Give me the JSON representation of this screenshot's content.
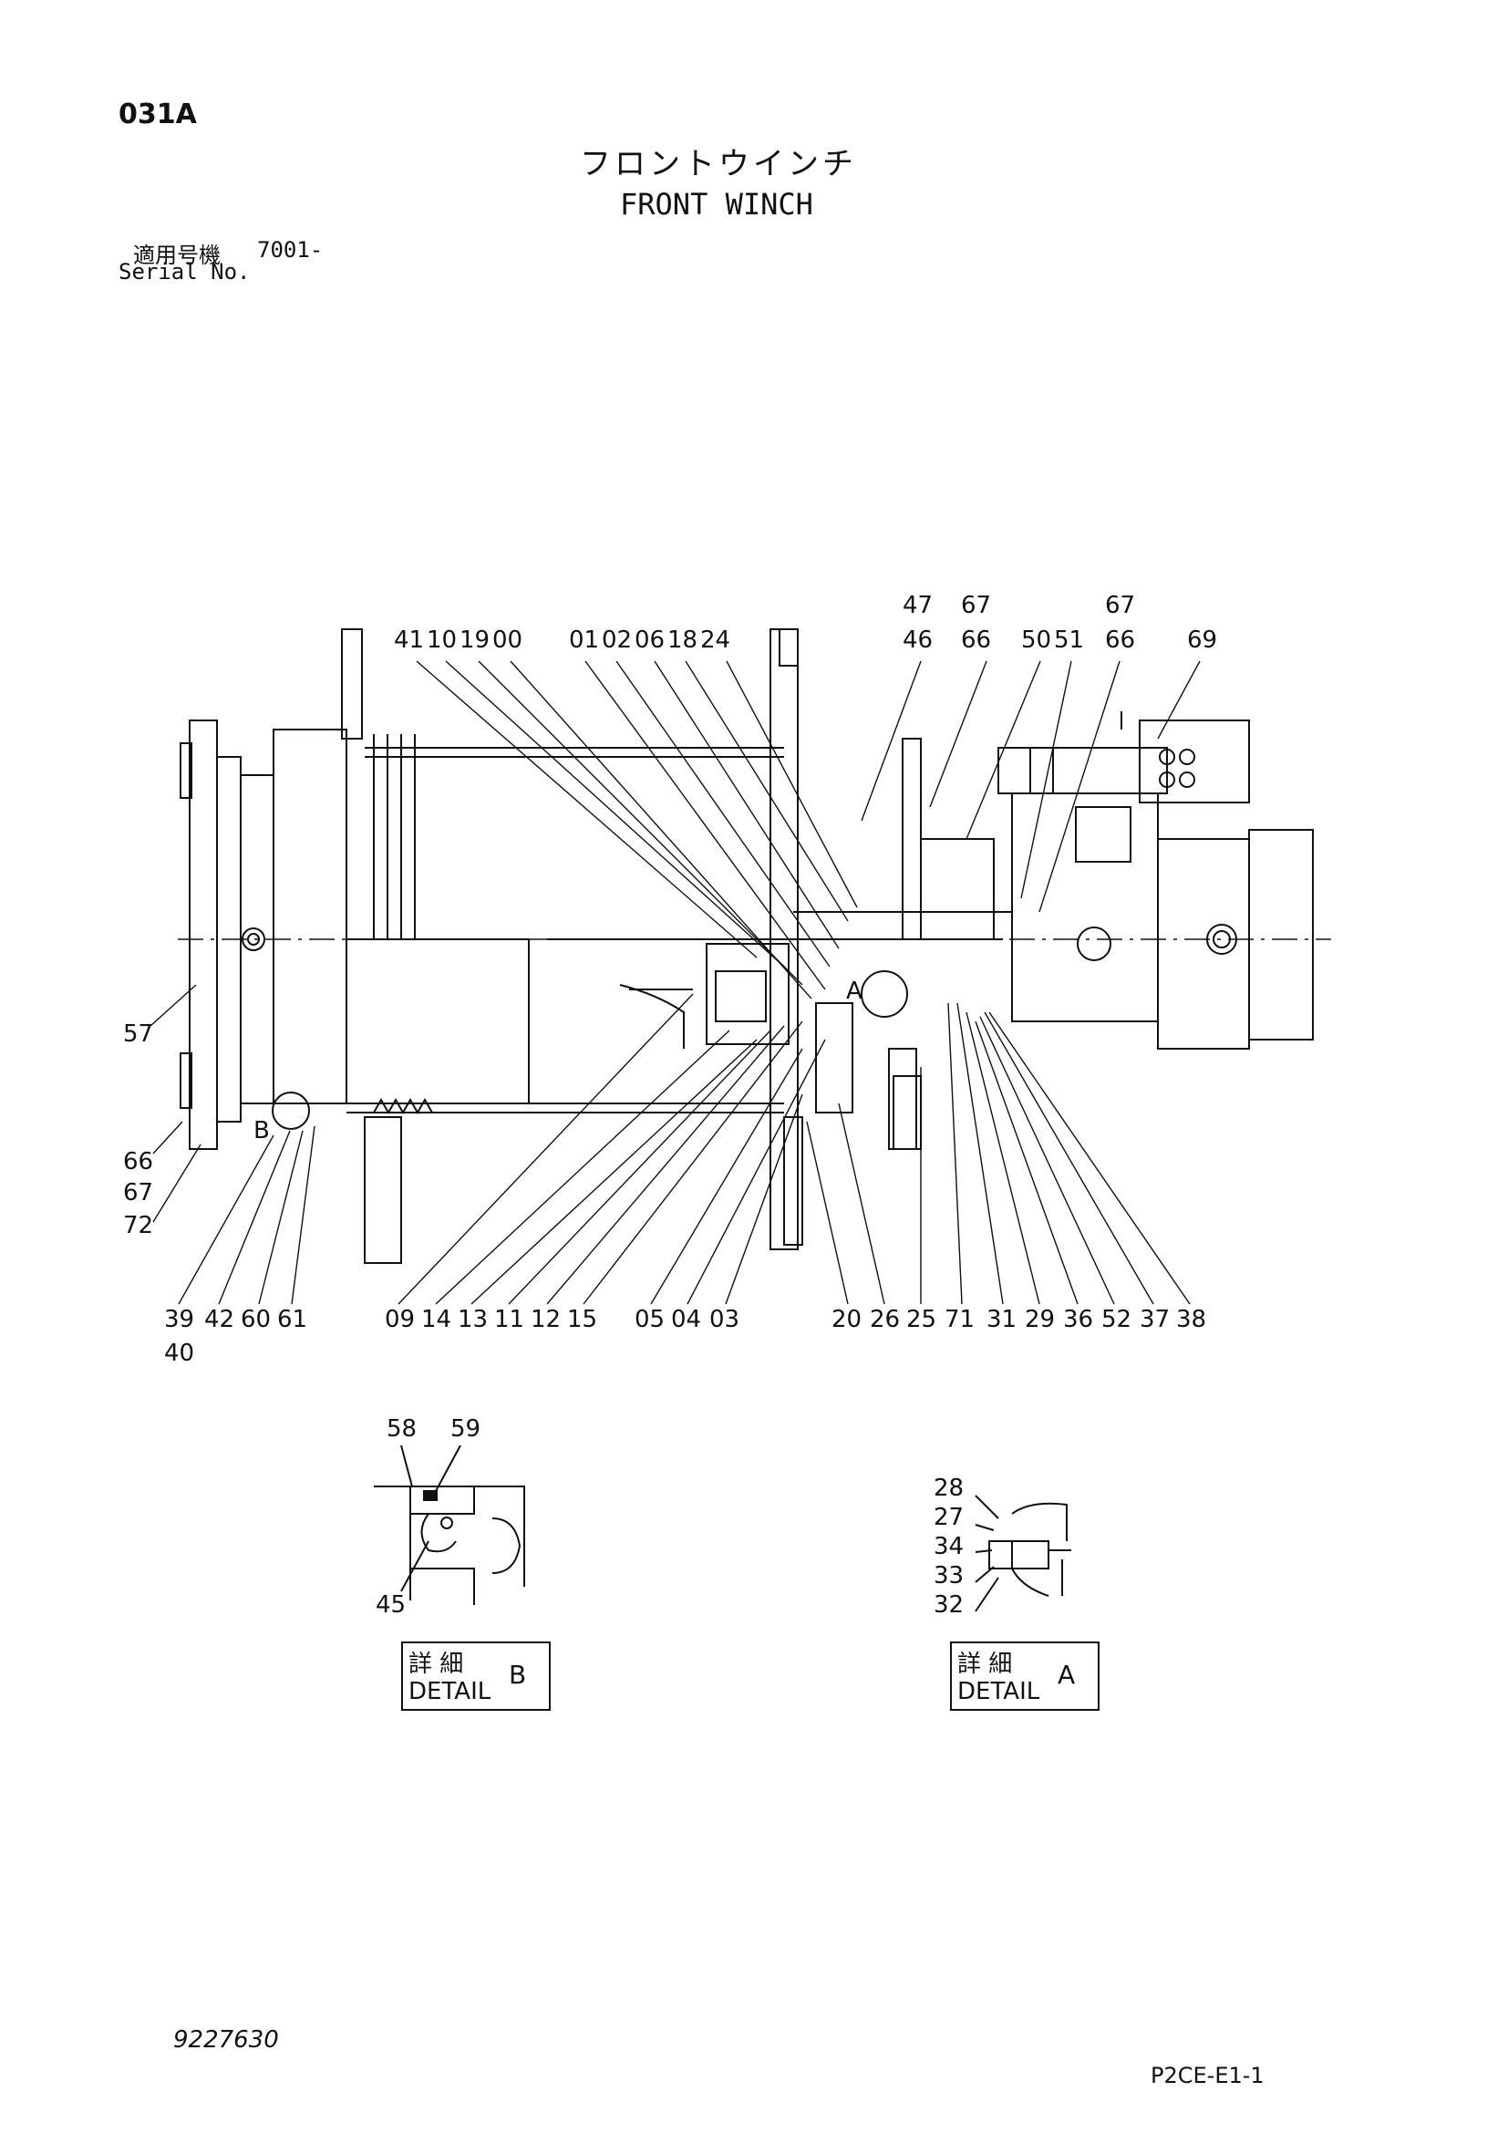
{
  "header": {
    "page_code": "031A",
    "title_jp": "フロントウインチ",
    "title_en": "FRONT WINCH",
    "serial_label_jp": "適用号機",
    "serial_value": "7001-",
    "serial_label_en": "Serial No."
  },
  "callouts": {
    "top": [
      "41",
      "10",
      "19",
      "00",
      "01",
      "02",
      "06",
      "18",
      "24",
      "47",
      "46",
      "67",
      "66",
      "50",
      "51",
      "67",
      "66",
      "69"
    ],
    "left": [
      "57",
      "66",
      "67",
      "72"
    ],
    "bottom": [
      "39",
      "40",
      "42",
      "60",
      "61",
      "09",
      "14",
      "13",
      "11",
      "12",
      "15",
      "05",
      "04",
      "03",
      "20",
      "26",
      "25",
      "71",
      "31",
      "29",
      "36",
      "52",
      "37",
      "38"
    ],
    "detail_markers": [
      "A",
      "B"
    ],
    "detail_b_parts": [
      "58",
      "59",
      "45"
    ],
    "detail_a_parts": [
      "28",
      "27",
      "34",
      "33",
      "32"
    ]
  },
  "detail_b": {
    "label_jp": "詳 細",
    "label_en": "DETAIL",
    "letter": "B"
  },
  "detail_a": {
    "label_jp": "詳 細",
    "label_en": "DETAIL",
    "letter": "A"
  },
  "footer": {
    "doc_number": "9227630",
    "sheet_code": "P2CE-E1-1"
  }
}
